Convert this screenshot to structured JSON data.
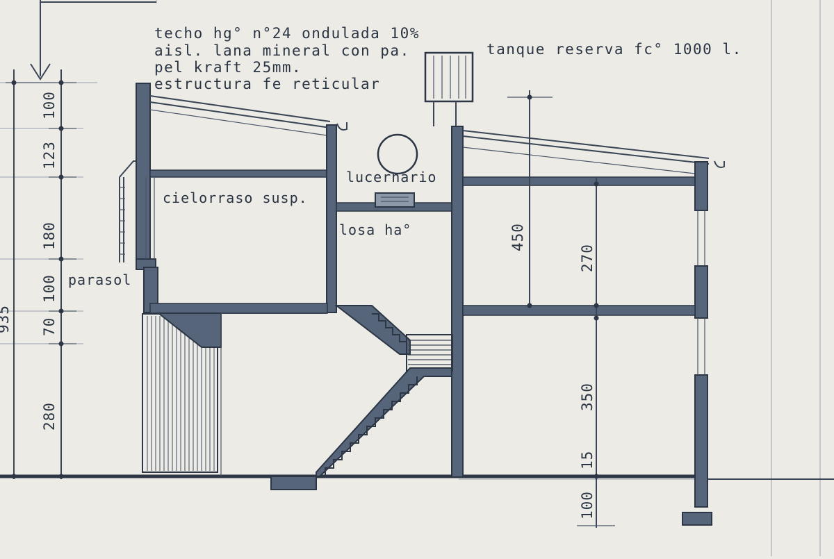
{
  "notes": {
    "roof_line1": "techo hg° n°24 ondulada 10%",
    "roof_line2": "aisl. lana mineral con pa.",
    "roof_line3": "pel kraft 25mm.",
    "roof_line4": "estructura fe reticular",
    "tank": "tanque reserva fc° 1000 l."
  },
  "labels": {
    "skylight": "lucernario",
    "ceiling": "cielorraso susp.",
    "slab": "losa ha°",
    "sunshade": "parasol"
  },
  "dimensions": {
    "left": [
      "100",
      "123",
      "180",
      "100",
      "70",
      "280"
    ],
    "total_partial": "935",
    "right_upper": "450",
    "room_upper": "270",
    "room_lower": "350",
    "floor": "15",
    "foundation": "100"
  },
  "colors": {
    "ink": "#2c3645",
    "wall": "#56657a",
    "paper": "#ecebe6"
  }
}
